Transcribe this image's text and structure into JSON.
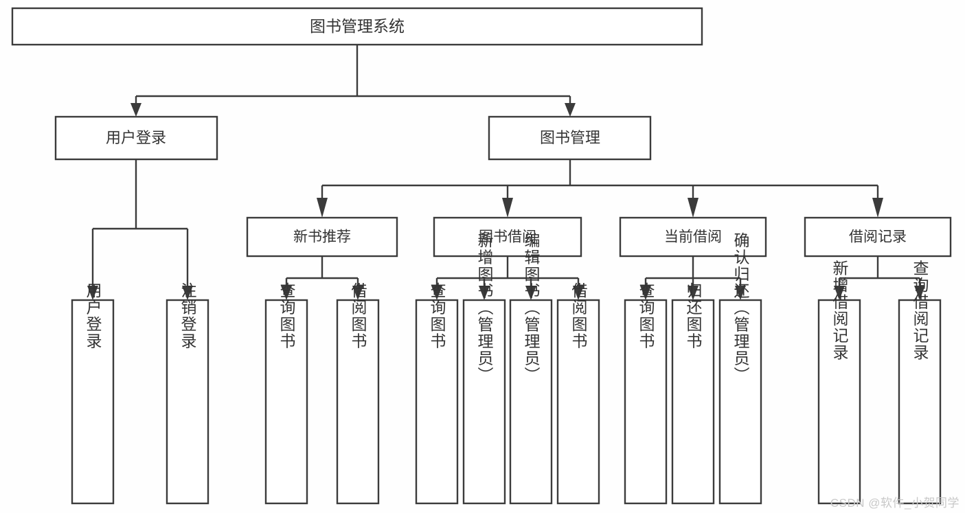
{
  "diagram": {
    "title": "图书管理系统",
    "type": "hierarchy-tree",
    "watermark": "CSDN @软件_小贺同学",
    "colors": {
      "background": "#fefefe",
      "box_fill": "#ffffff",
      "box_stroke": "#3b3b3b",
      "text": "#333333",
      "watermark": "#c8c8c8"
    },
    "root": {
      "label": "图书管理系统"
    },
    "level1": [
      {
        "label": "用户登录"
      },
      {
        "label": "图书管理"
      }
    ],
    "level2": [
      {
        "label": "新书推荐"
      },
      {
        "label": "图书借阅"
      },
      {
        "label": "当前借阅"
      },
      {
        "label": "借阅记录"
      }
    ],
    "leaves": {
      "user_login": [
        {
          "label": "用户登录"
        },
        {
          "label": "注销登录"
        }
      ],
      "new_book_recommend": [
        {
          "label": "查询图书"
        },
        {
          "label": "借阅图书"
        }
      ],
      "book_borrow": [
        {
          "label": "查询图书"
        },
        {
          "label": "新增图书（管理员）"
        },
        {
          "label": "编辑图书（管理员）"
        },
        {
          "label": "借阅图书"
        }
      ],
      "current_borrow": [
        {
          "label": "查询图书"
        },
        {
          "label": "归还图书"
        },
        {
          "label": "确认归还（管理员）"
        }
      ],
      "borrow_record": [
        {
          "label": "新增借阅记录"
        },
        {
          "label": "查询借阅记录"
        }
      ]
    }
  }
}
